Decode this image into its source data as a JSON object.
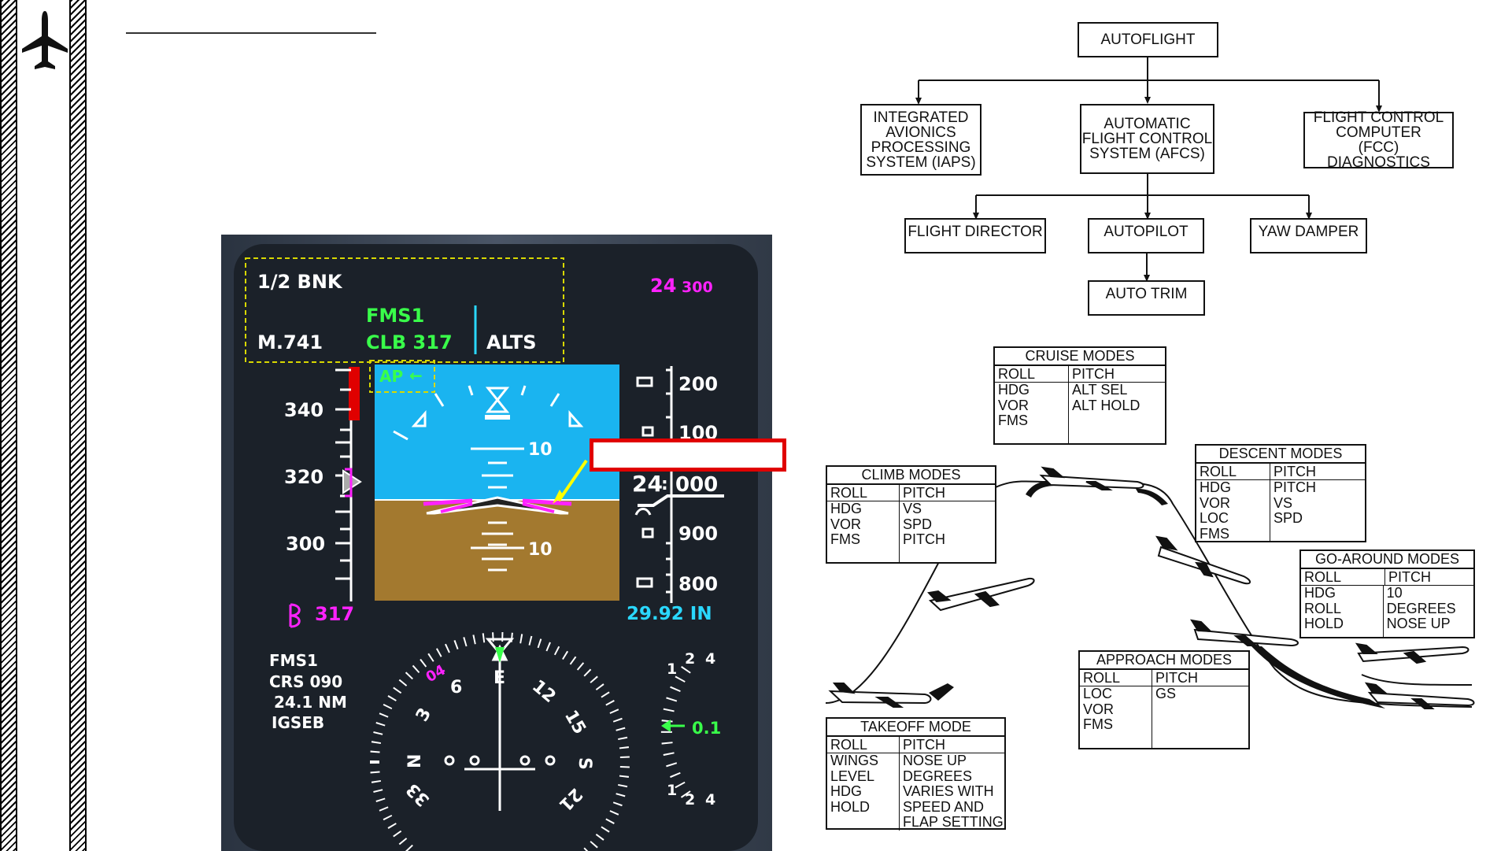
{
  "pfd": {
    "bank_mode": "1/2 BNK",
    "fma_source": "FMS1",
    "fma_lateral": "CLB 317",
    "fma_vertical": "ALTS",
    "ap_label": "AP",
    "mach": "M.741",
    "selected_alt_large": "24",
    "selected_alt_small": "300",
    "speed_ticks": [
      "340",
      "320",
      "300"
    ],
    "selected_speed": "317",
    "pitch_labels": [
      "10",
      "10"
    ],
    "alt_ticks": [
      "200",
      "100",
      "900",
      "800"
    ],
    "current_alt_large": "24",
    "current_alt_small": "000",
    "baro": "29.92 IN",
    "nav_source": "FMS1",
    "course": "CRS 090",
    "distance": "24.1 NM",
    "waypoint": "IGSEB",
    "hsi_labels": [
      "E",
      "6",
      "12",
      "15",
      "S",
      "21",
      "3",
      "N",
      "33",
      "04"
    ],
    "vsi_labels": [
      "1",
      "2",
      "4",
      "1",
      "2",
      "4"
    ],
    "vs_value": "0.1",
    "colors": {
      "magenta": "#ff22ff",
      "green": "#39ff4a",
      "cyan": "#2ad8ff",
      "sky": "#1ab4f0",
      "ground": "#a3792f",
      "callout": "#e00000"
    }
  },
  "hierarchy": {
    "root": "AUTOFLIGHT",
    "level1": [
      "INTEGRATED\nAVIONICS\nPROCESSING\nSYSTEM (IAPS)",
      "AUTOMATIC\nFLIGHT CONTROL\nSYSTEM (AFCS)",
      "FLIGHT CONTROL\nCOMPUTER\n(FCC) DIAGNOSTICS"
    ],
    "level2": [
      "FLIGHT DIRECTOR",
      "AUTOPILOT",
      "YAW DAMPER"
    ],
    "level3": "AUTO TRIM"
  },
  "modes": {
    "cruise": {
      "title": "CRUISE MODES",
      "h1": "ROLL",
      "h2": "PITCH",
      "c1": "HDG\nVOR\nFMS",
      "c2": "ALT SEL\nALT HOLD"
    },
    "climb": {
      "title": "CLIMB MODES",
      "h1": "ROLL",
      "h2": "PITCH",
      "c1": "HDG\nVOR\nFMS",
      "c2": "VS\nSPD\nPITCH"
    },
    "descent": {
      "title": "DESCENT MODES",
      "h1": "ROLL",
      "h2": "PITCH",
      "c1": "HDG\nVOR\nLOC\nFMS",
      "c2": "PITCH\nVS\nSPD"
    },
    "goaround": {
      "title": "GO-AROUND MODES",
      "h1": "ROLL",
      "h2": "PITCH",
      "c1": "HDG\nROLL HOLD",
      "c2": "10 DEGREES\nNOSE UP"
    },
    "approach": {
      "title": "APPROACH MODES",
      "h1": "ROLL",
      "h2": "PITCH",
      "c1": "LOC\nVOR\nFMS",
      "c2": "GS"
    },
    "takeoff": {
      "title": "TAKEOFF MODE",
      "h1": "ROLL",
      "h2": "PITCH",
      "c1": "WINGS\nLEVEL\nHDG\nHOLD",
      "c2": "NOSE UP\nDEGREES\nVARIES WITH\nSPEED AND\nFLAP SETTING"
    }
  }
}
